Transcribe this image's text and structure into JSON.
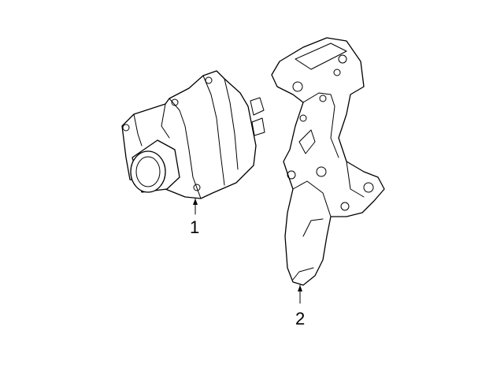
{
  "diagram": {
    "parts": [
      {
        "callout": "1",
        "icon": "alternator"
      },
      {
        "callout": "2",
        "icon": "alternator-mounting-bracket"
      }
    ],
    "colors": {
      "line": "#000000",
      "background": "#ffffff"
    }
  }
}
